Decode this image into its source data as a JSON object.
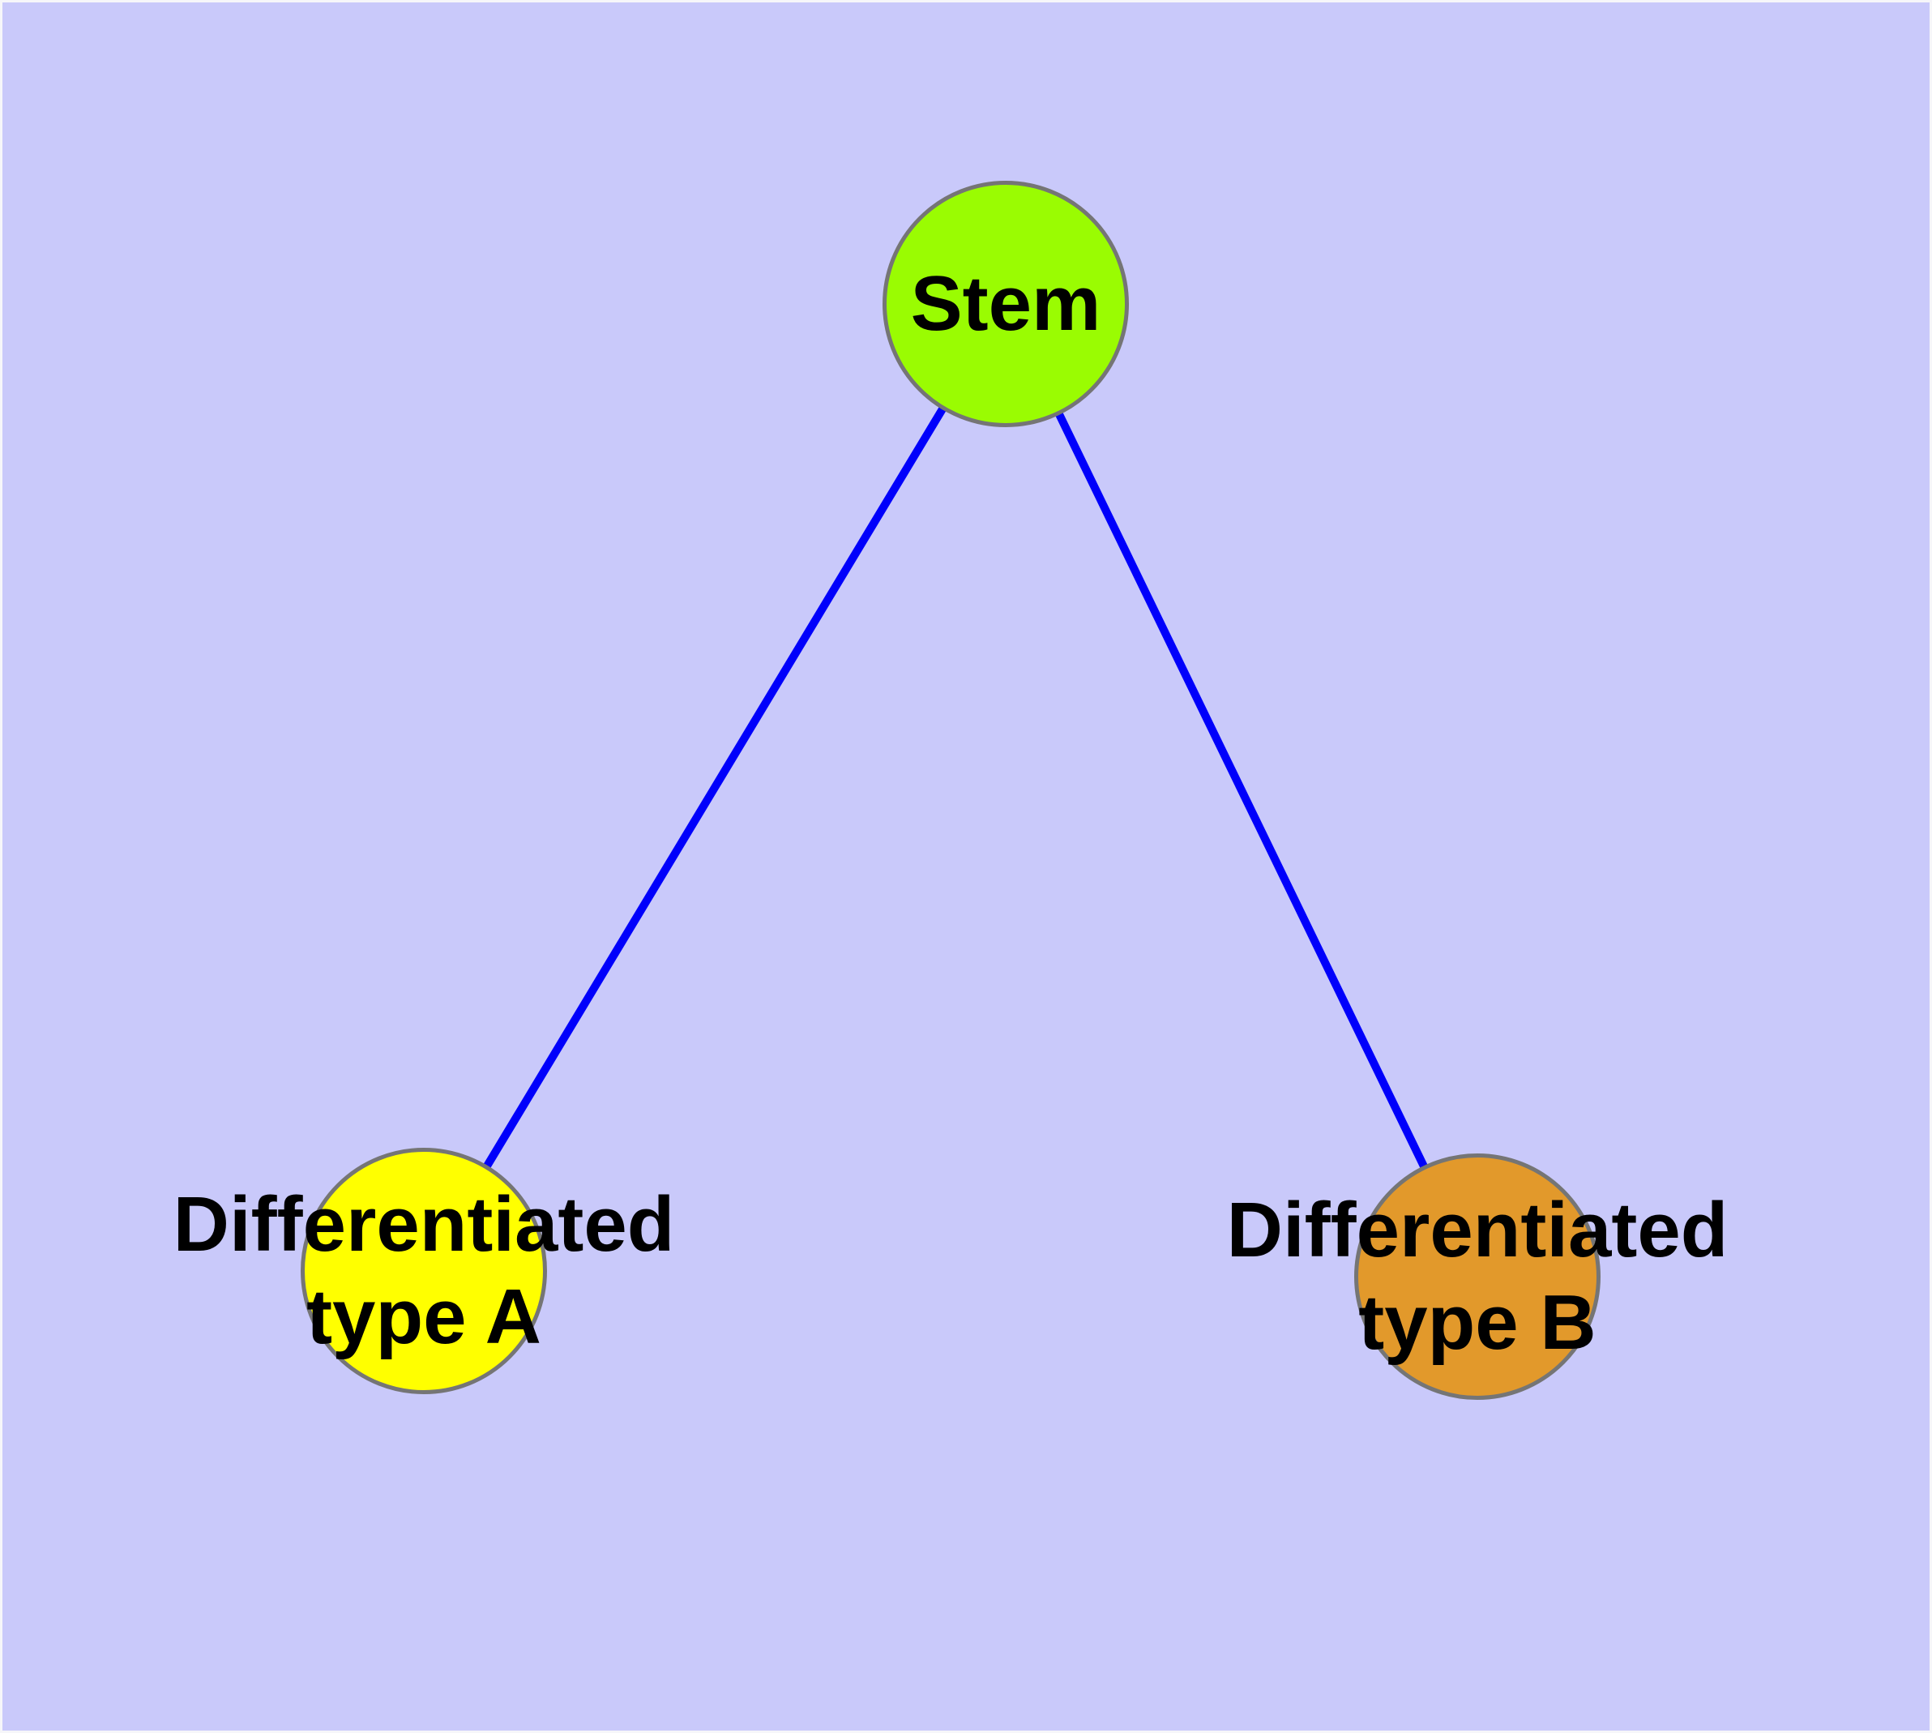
{
  "diagram": {
    "colors": {
      "background": "#C9C9FA",
      "node_border": "#757575",
      "edge": "#0000FB",
      "text": "#000000"
    },
    "nodes": [
      {
        "id": "stem",
        "label_lines": [
          "Stem"
        ],
        "fill": "#9AFC02"
      },
      {
        "id": "differentiated-type-a",
        "label_lines": [
          "Differentiated",
          "type A"
        ],
        "fill": "#FFFF00"
      },
      {
        "id": "differentiated-type-b",
        "label_lines": [
          "Differentiated",
          "type B"
        ],
        "fill": "#E2992B"
      }
    ],
    "edges": [
      {
        "from": "stem",
        "to": "differentiated-type-a"
      },
      {
        "from": "stem",
        "to": "differentiated-type-b"
      }
    ]
  }
}
